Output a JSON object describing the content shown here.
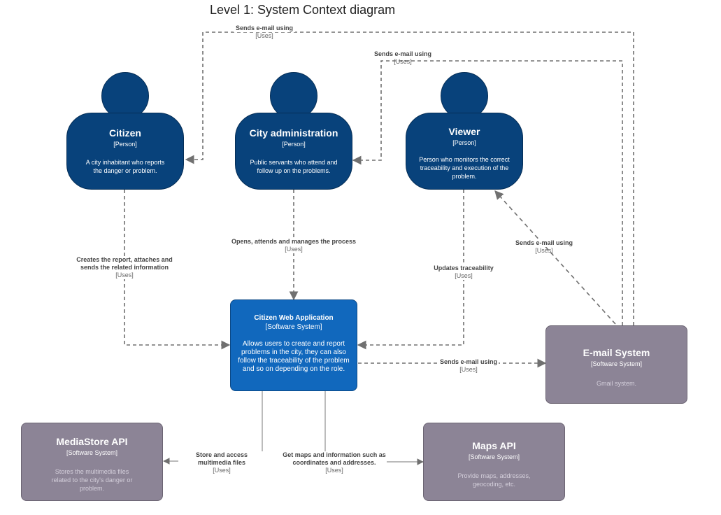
{
  "title": "Level 1: System Context diagram",
  "nodes": {
    "citizen": {
      "name": "Citizen",
      "kind": "[Person]",
      "desc": "A city inhabitant who reports the danger or problem."
    },
    "cityadmin": {
      "name": "City administration",
      "kind": "[Person]",
      "desc": "Public servants who attend and follow up on the problems."
    },
    "viewer": {
      "name": "Viewer",
      "kind": "[Person]",
      "desc": "Person who monitors the correct traceability and execution of the problem."
    },
    "webapp": {
      "name": "Citizen Web Application",
      "kind": "[Software System]",
      "desc": "Allows users to create and report problems in the city, they can also follow the traceability of the problem and so on depending on the role."
    },
    "email": {
      "name": "E-mail System",
      "kind": "[Software System]",
      "desc": "Gmail system."
    },
    "mediastore": {
      "name": "MediaStore API",
      "kind": "[Software System]",
      "desc": "Stores the multimedia files related to the city's danger or problem."
    },
    "maps": {
      "name": "Maps API",
      "kind": "[Software System]",
      "desc": "Provide maps, addresses, geocoding, etc."
    }
  },
  "edges": {
    "email_citizen": {
      "label": "Sends e-mail using",
      "tech": "[Uses]"
    },
    "email_admin": {
      "label": "Sends e-mail using",
      "tech": "[Uses]"
    },
    "email_viewer": {
      "label": "Sends e-mail using",
      "tech": "[Uses]"
    },
    "citizen_webapp": {
      "label": "Creates the report, attaches and sends the related information",
      "tech": "[Uses]"
    },
    "admin_webapp": {
      "label": "Opens, attends and manages the process",
      "tech": "[Uses]"
    },
    "viewer_webapp": {
      "label": "Updates traceability",
      "tech": "[Uses]"
    },
    "webapp_email": {
      "label": "Sends e-mail using",
      "tech": "[Uses]"
    },
    "webapp_media": {
      "label": "Store and access multimedia files",
      "tech": "[Uses]"
    },
    "webapp_maps": {
      "label": "Get maps and information such as coordinates and addresses.",
      "tech": "[Uses]"
    }
  },
  "colors": {
    "person": "#08427b",
    "internal_system": "#1168bd",
    "external_system": "#8c8496",
    "connector": "#707070"
  }
}
